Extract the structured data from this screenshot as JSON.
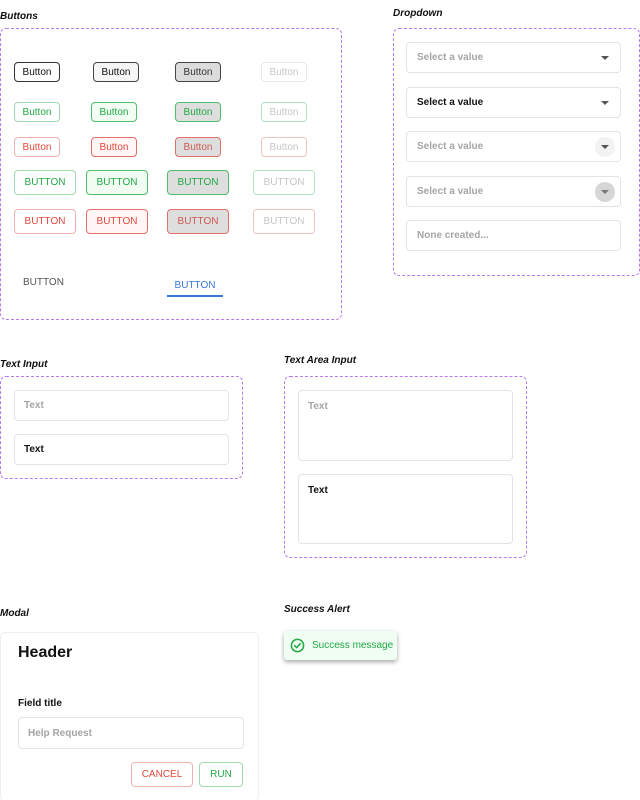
{
  "sections": {
    "buttons": "Buttons",
    "dropdown": "Dropdown",
    "text_input": "Text Input",
    "text_area": "Text Area Input",
    "modal": "Modal",
    "success_alert": "Success Alert"
  },
  "buttons": {
    "small_label": "Button",
    "large_label": "BUTTON",
    "text_button": "BUTTON",
    "link_button": "BUTTON",
    "colors": {
      "green": "#22a845",
      "red": "#e5483b",
      "blue": "#3a78d8",
      "purple_dash": "#b57bee"
    }
  },
  "dropdown": {
    "items": [
      {
        "label": "Select a value",
        "state": "placeholder"
      },
      {
        "label": "Select a value",
        "state": "selected"
      },
      {
        "label": "Select a value",
        "state": "hover"
      },
      {
        "label": "Select a value",
        "state": "active"
      },
      {
        "label": "None created...",
        "state": "empty"
      }
    ]
  },
  "text_input": {
    "placeholder": "Text",
    "value": "Text"
  },
  "text_area": {
    "placeholder": "Text",
    "value": "Text"
  },
  "modal": {
    "header": "Header",
    "field_title": "Field title",
    "field_placeholder": "Help Request",
    "cancel_label": "CANCEL",
    "run_label": "RUN"
  },
  "alert": {
    "message": "Success message",
    "icon": "check-circle-icon"
  }
}
